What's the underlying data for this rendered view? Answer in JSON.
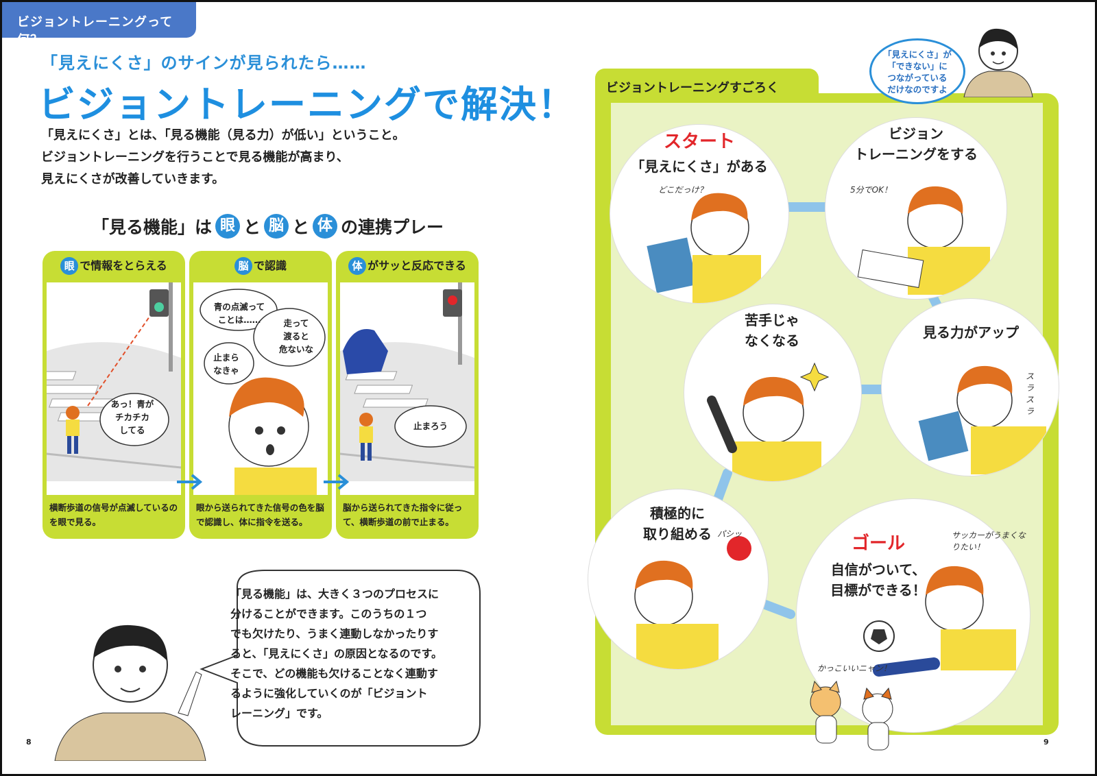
{
  "tab": {
    "label": "ビジョントレーニングって何？"
  },
  "left": {
    "subtitle": "「見えにくさ」のサインが見られたら……",
    "title": "ビジョントレーニングで解決！",
    "intro": [
      "「見えにくさ」とは、「見る機能（見る力）が低い」ということ。",
      "ビジョントレーニングを行うことで見る機能が高まり、",
      "見えにくさが改善していきます。"
    ],
    "section": {
      "pre": "「見る機能」は",
      "eye": "眼",
      "and1": "と",
      "brain": "脳",
      "and2": "と",
      "body": "体",
      "post": "の連携プレー"
    },
    "panels": [
      {
        "icon": "眼",
        "head": "で情報をとらえる",
        "bubble": [
          "あっ！青が",
          "チカチカ",
          "してる"
        ],
        "caption": "横断歩道の信号が点滅しているのを眼で見る。"
      },
      {
        "icon": "脳",
        "head": "で認識",
        "bubble1": [
          "青の点滅って",
          "ことは……"
        ],
        "bubble2": [
          "止まら",
          "なきゃ"
        ],
        "bubble3": [
          "走って",
          "渡ると",
          "危ないな"
        ],
        "caption": "眼から送られてきた信号の色を脳で認識し、体に指令を送る。"
      },
      {
        "icon": "体",
        "head": "がサッと反応できる",
        "bubble": [
          "止まろう"
        ],
        "caption": "脳から送られてきた指令に従って、横断歩道の前で止まる。"
      }
    ],
    "speech": [
      "「見る機能」は、大きく３つのプロセスに",
      "分けることができます。このうちの１つ",
      "でも欠けたり、うまく連動しなかったりす",
      "ると、「見えにくさ」の原因となるのです。",
      "そこで、どの機能も欠けることなく連動す",
      "るように強化していくのが「ビジョント",
      "レーニング」です。"
    ],
    "page": "8"
  },
  "right": {
    "board_title": "ビジョントレーニングすごろく",
    "teacher": [
      "「見えにくさ」が",
      "「できない」に",
      "つながっている",
      "だけなのですよ"
    ],
    "start": {
      "label": "スタート",
      "text": "「見えにくさ」がある",
      "hand": "どこだっけ？"
    },
    "step2": {
      "text": [
        "ビジョン",
        "トレーニングをする"
      ],
      "hand": "5分でOK！"
    },
    "step3": {
      "text": [
        "苦手じゃ",
        "なくなる"
      ]
    },
    "step4": {
      "text": [
        "見る力がアップ"
      ],
      "hand": "スラスラ"
    },
    "step5": {
      "text": [
        "積極的に",
        "取り組める"
      ],
      "hand": "パシッ"
    },
    "goal": {
      "label": "ゴール",
      "text": [
        "自信がついて、",
        "目標ができる！"
      ],
      "hand": "サッカーがうまくなりたい！",
      "cat": "かっこいいニャン！"
    },
    "page": "9"
  }
}
